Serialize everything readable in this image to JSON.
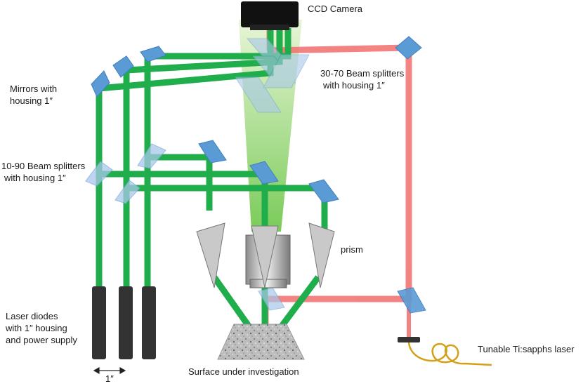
{
  "labels": {
    "ccd_camera": "CCD Camera",
    "mirrors_line1": "Mirrors with",
    "mirrors_line2": "housing 1″",
    "bs3070_line1": "30-70 Beam splitters",
    "bs3070_line2": "with housing 1″",
    "bs1090_line1": "10-90 Beam splitters",
    "bs1090_line2": "with housing 1″",
    "prism": "prism",
    "laser_diodes_line1": "Laser diodes",
    "laser_diodes_line2": "with 1″ housing",
    "laser_diodes_line3": "and power supply",
    "dimension": "1″",
    "surface": "Surface under investigation",
    "tisapphire": "Tunable Ti:sapphs laser"
  },
  "colors": {
    "green_beam": "#1fae4b",
    "red_beam": "#f26d6d",
    "mirror": "#5b9bd5",
    "splitter": "#a9c8ea",
    "prism": "#c9c9c9",
    "diode": "#333333",
    "fiber": "#d4a017"
  }
}
